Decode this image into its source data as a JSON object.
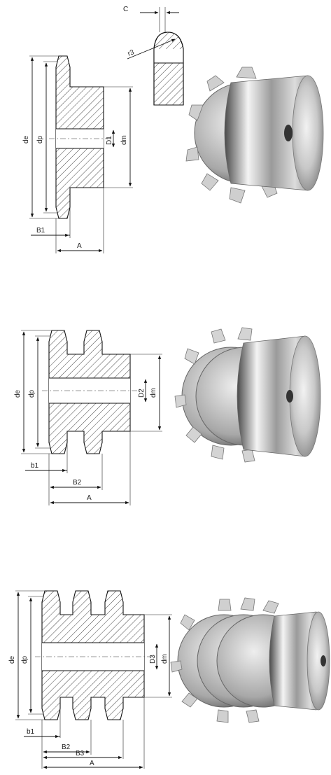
{
  "labels": {
    "c": "C",
    "r3": "r3",
    "de": "de",
    "dp": "dp",
    "dm": "dm",
    "D1": "D1",
    "D2": "D2",
    "D3": "D3",
    "B1": "B1",
    "b1": "b1",
    "B2": "B2",
    "B3": "B3",
    "A": "A"
  },
  "colors": {
    "line": "#111111",
    "hatch": "#333333",
    "steel_dark": "#5a5a5a",
    "steel_light": "#e8e8e8"
  }
}
